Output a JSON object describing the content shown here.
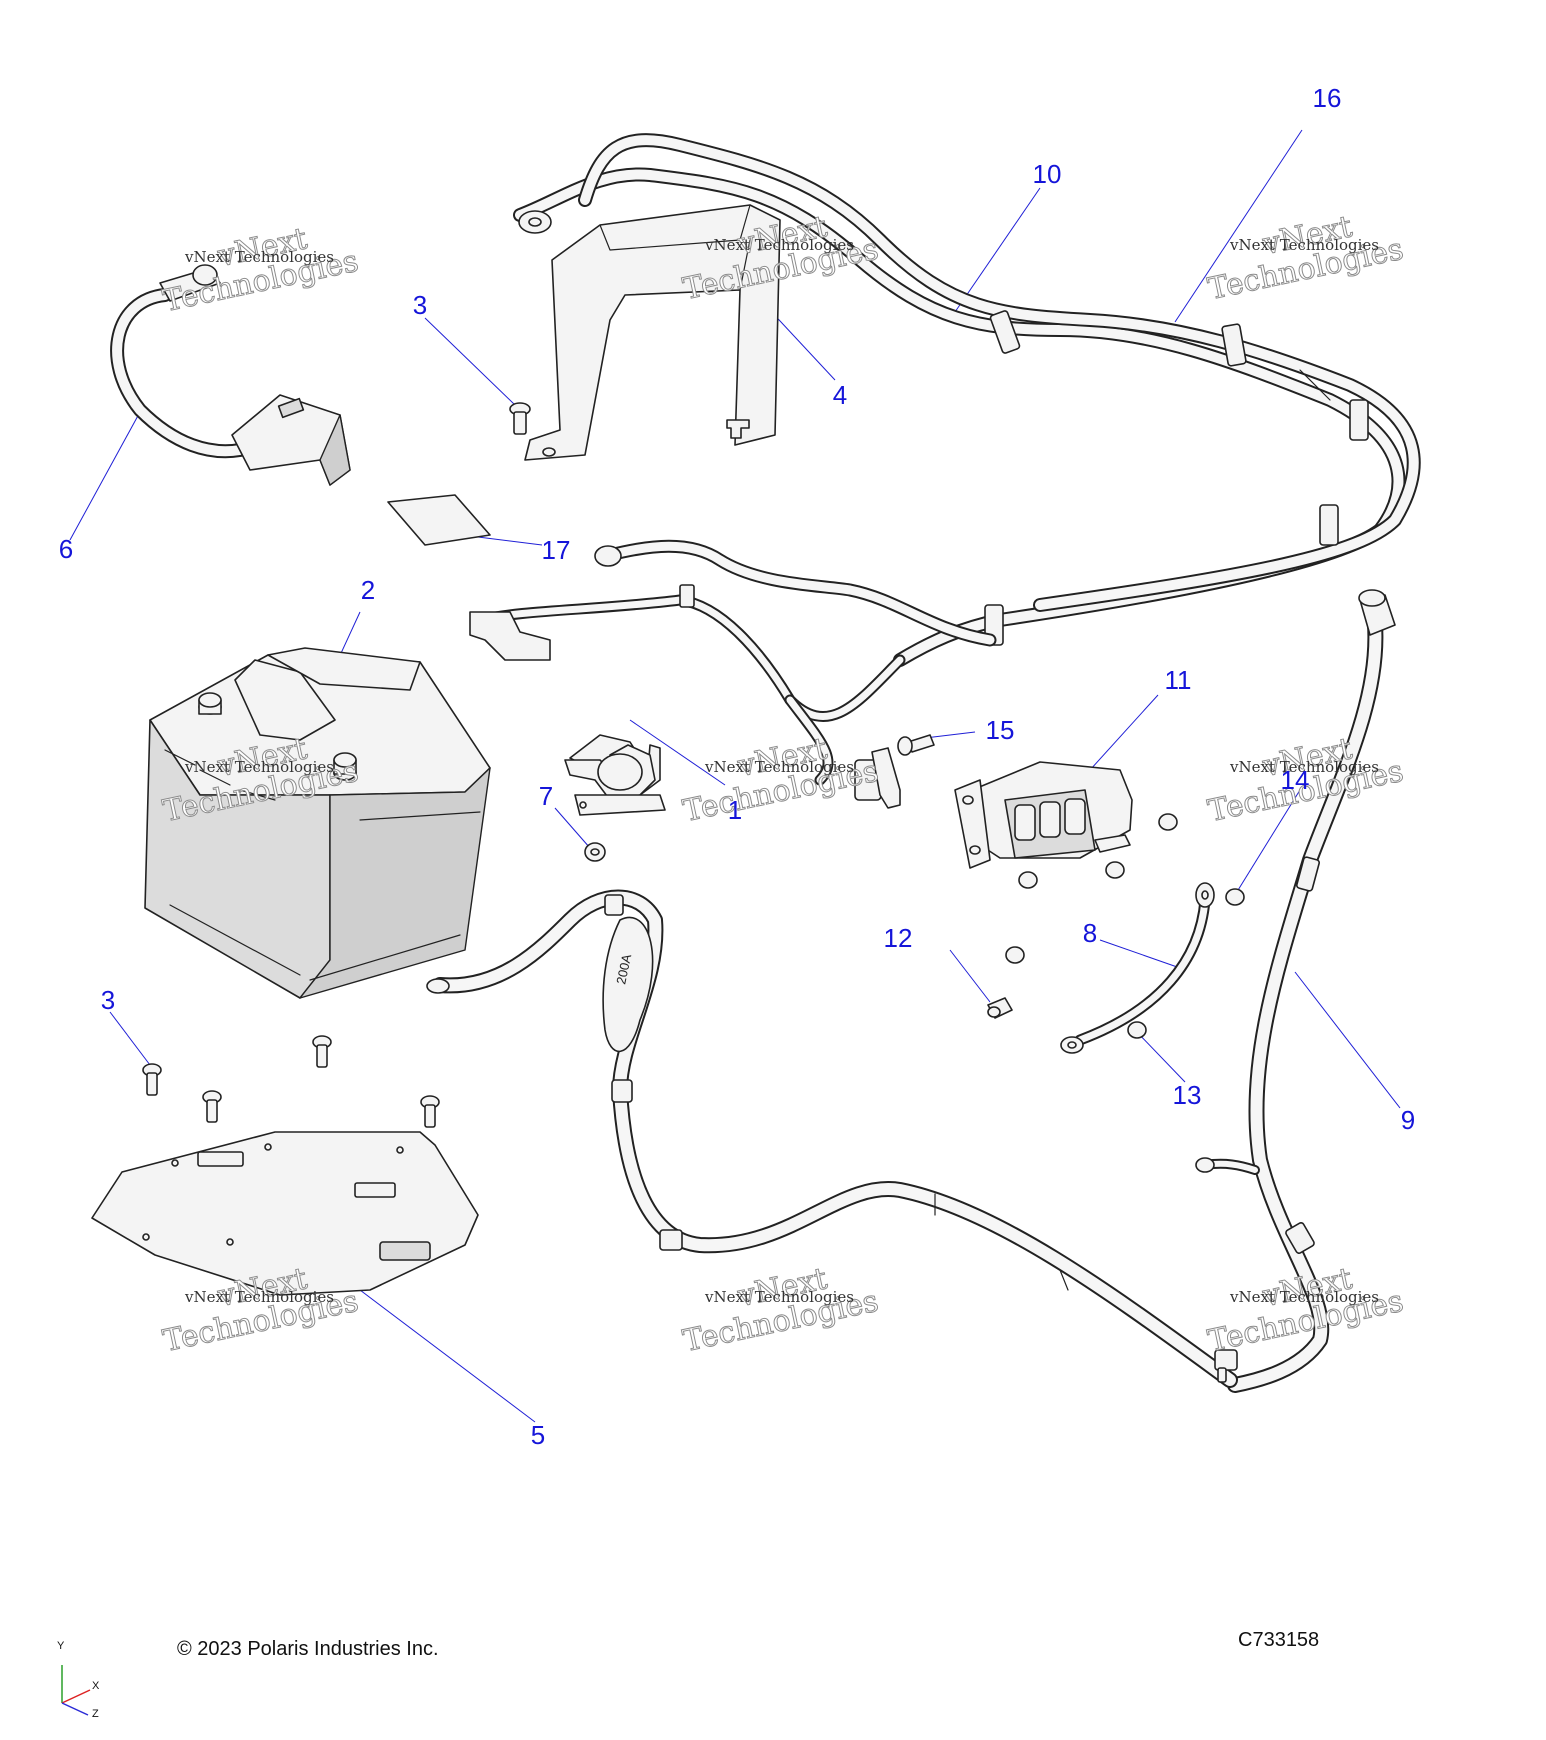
{
  "callouts": [
    {
      "number": "1"
    },
    {
      "number": "2"
    },
    {
      "number": "3"
    },
    {
      "number": "3"
    },
    {
      "number": "4"
    },
    {
      "number": "5"
    },
    {
      "number": "6"
    },
    {
      "number": "7"
    },
    {
      "number": "8"
    },
    {
      "number": "9"
    },
    {
      "number": "10"
    },
    {
      "number": "11"
    },
    {
      "number": "12"
    },
    {
      "number": "13"
    },
    {
      "number": "14"
    },
    {
      "number": "15"
    },
    {
      "number": "16"
    },
    {
      "number": "17"
    }
  ],
  "watermark": {
    "company": "vNext Technologies",
    "word1": "vNext",
    "word2": "Technologies"
  },
  "fuse_label": "200A",
  "copyright": "© 2023 Polaris Industries Inc.",
  "drawing_number": "C733158",
  "axes": {
    "y": "Y",
    "x": "X",
    "z": "Z"
  },
  "colors": {
    "callout": "#1515d9",
    "line_art": "#222222",
    "leader": "#1f1fd6"
  }
}
